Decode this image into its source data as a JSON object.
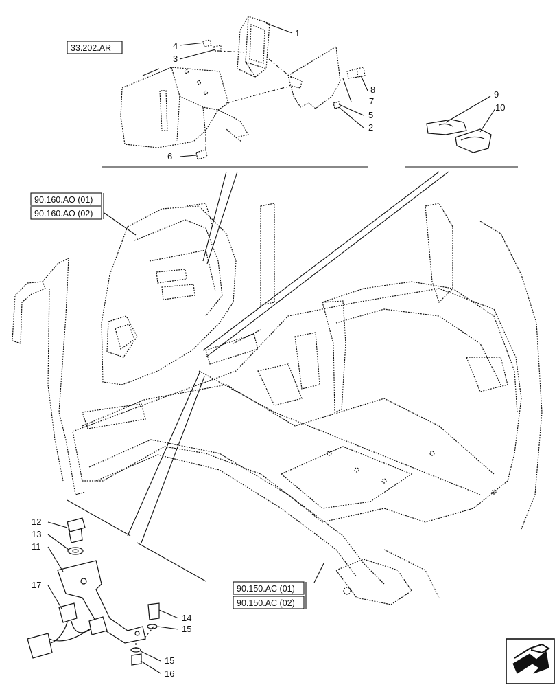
{
  "references": {
    "r1": "33.202.AR",
    "r2": "90.160.AO (01)",
    "r3": "90.160.AO (02)",
    "r4": "90.150.AC (01)",
    "r5": "90.150.AC (02)"
  },
  "callouts": {
    "c1": "1",
    "c2": "2",
    "c3": "3",
    "c4": "4",
    "c5": "5",
    "c6": "6",
    "c7": "7",
    "c8": "8",
    "c9": "9",
    "c10": "10",
    "c11": "11",
    "c12": "12",
    "c13": "13",
    "c14": "14",
    "c15a": "15",
    "c15b": "15",
    "c16": "16",
    "c17": "17"
  },
  "icons": {
    "nav": "next-page-arrow-icon"
  }
}
